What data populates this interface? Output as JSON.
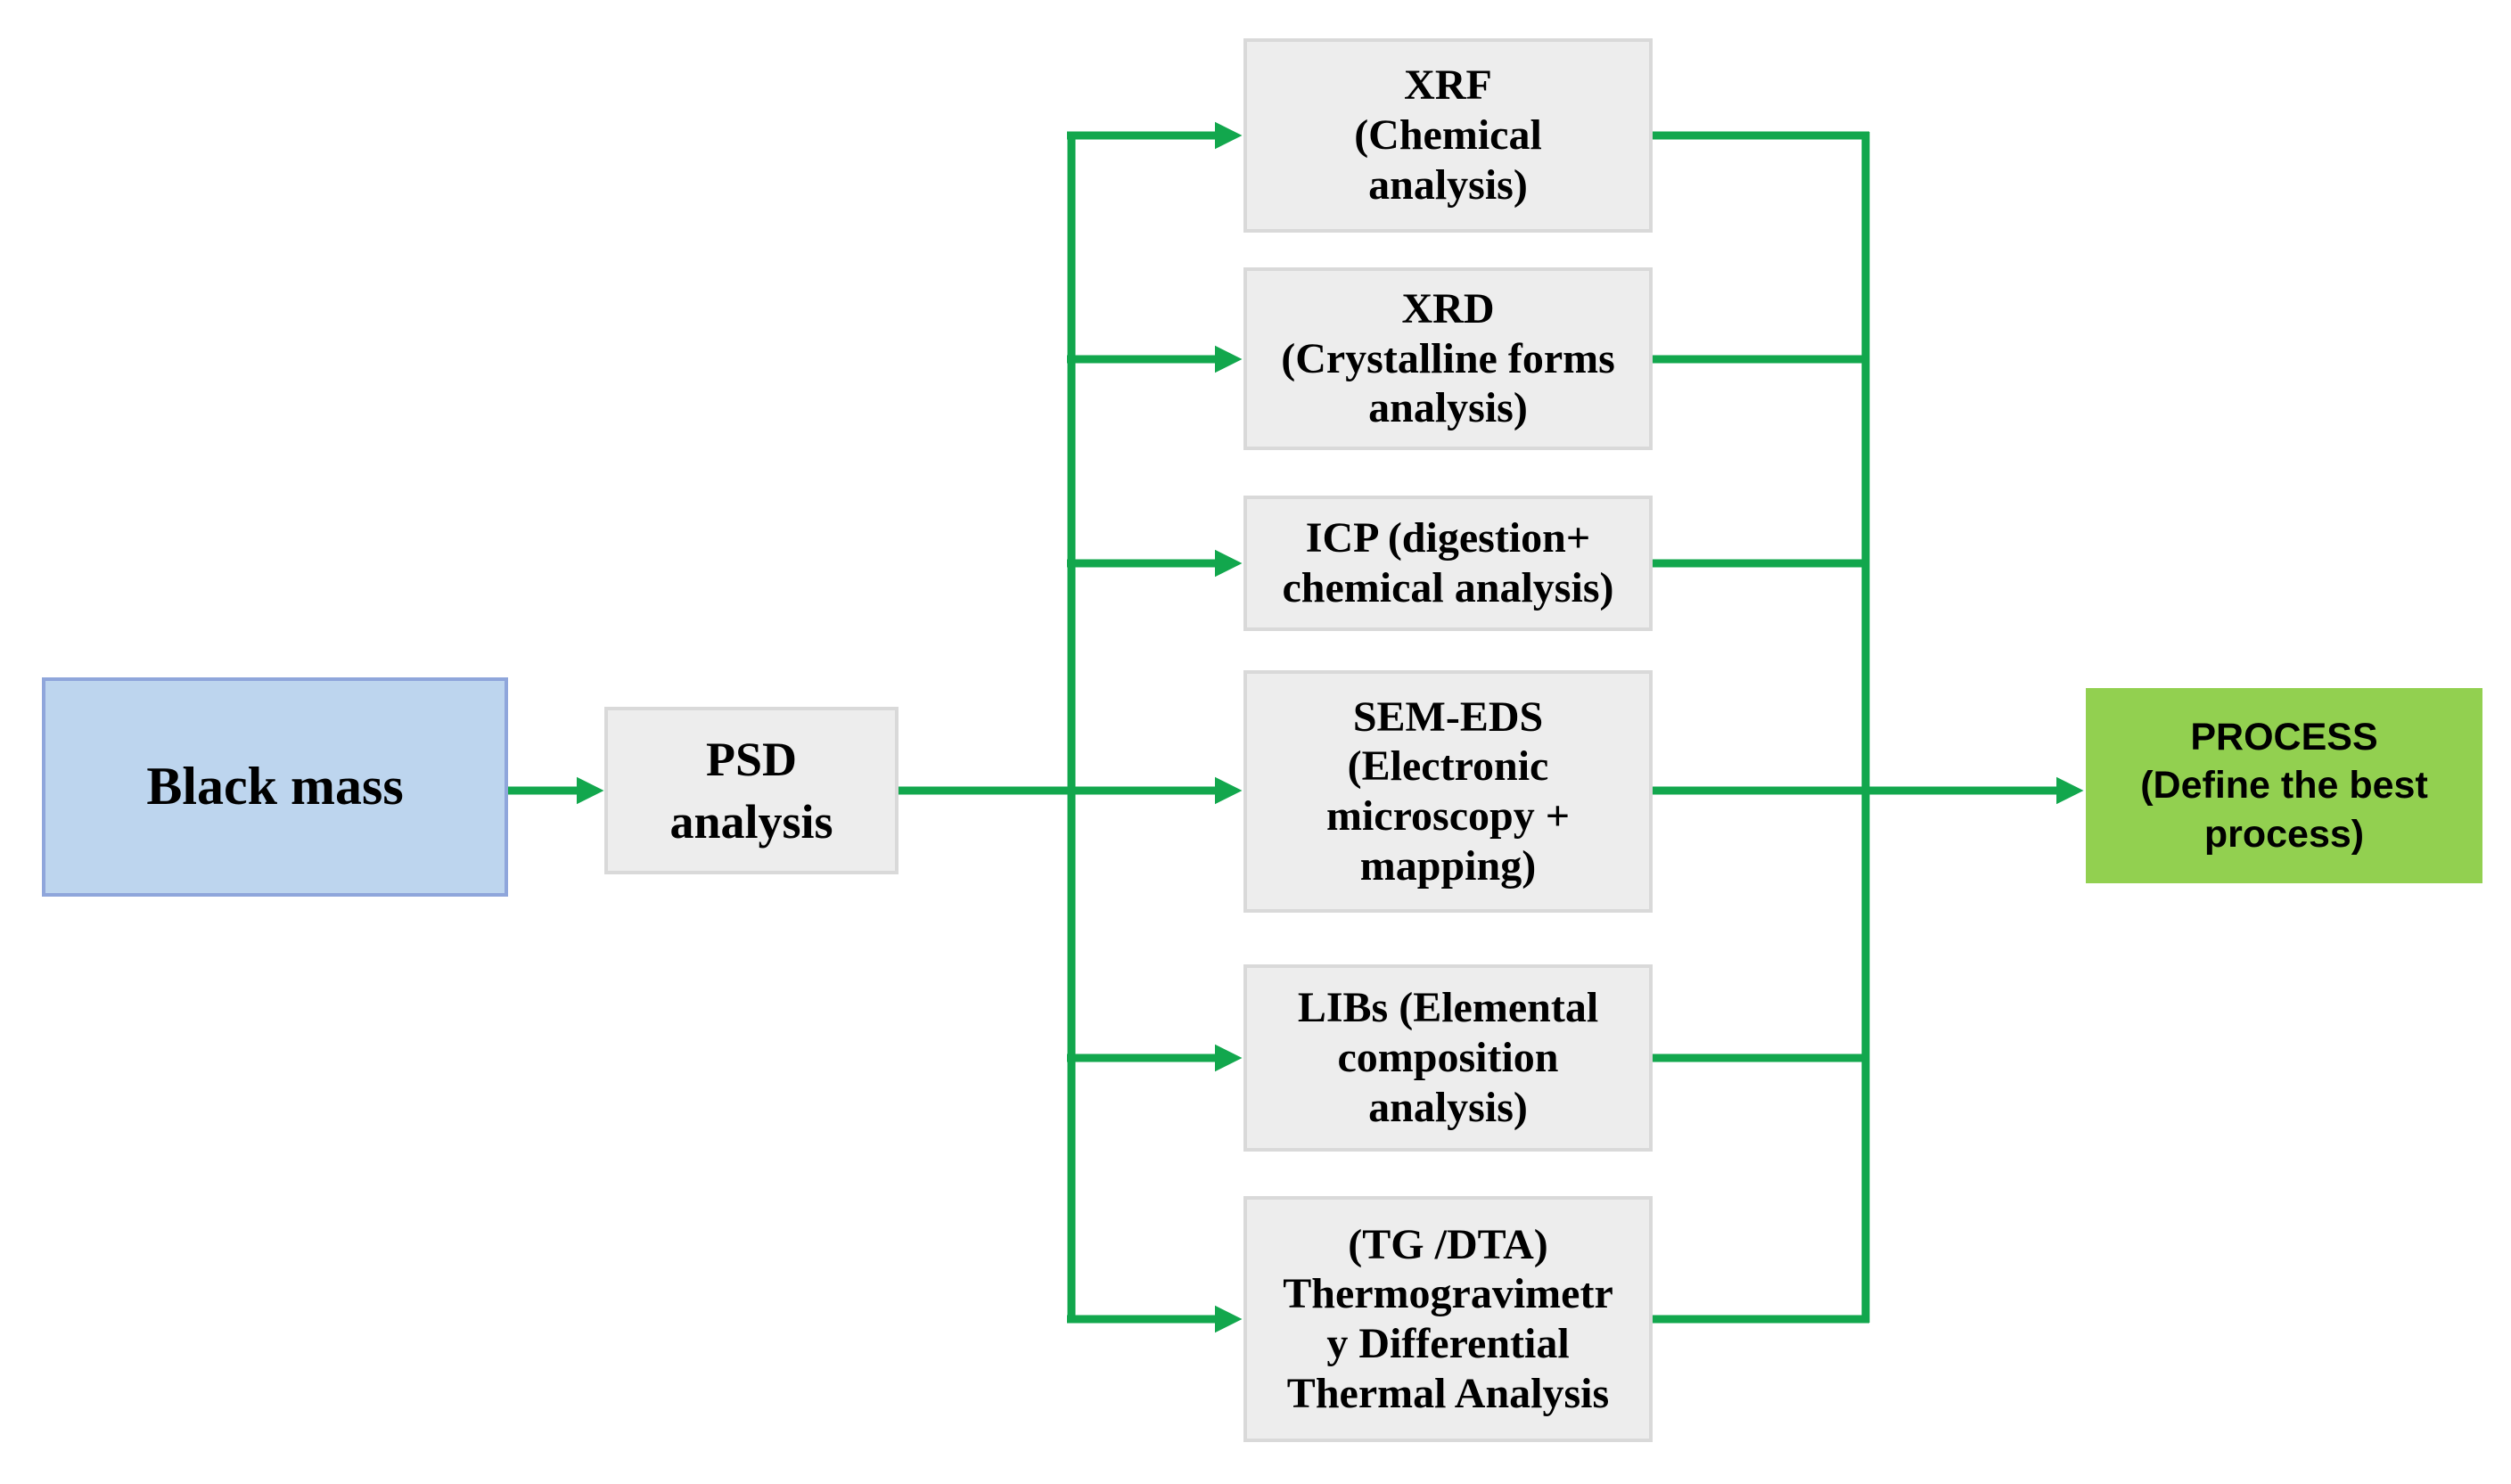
{
  "colors": {
    "connector_green": "#12A74D",
    "analysis_box_fill": "#EDEDED",
    "analysis_box_border": "#D9D9D9",
    "black_mass_fill": "#BDD5EE",
    "black_mass_border": "#8FA6DB",
    "process_fill": "#92D050",
    "text_color": "#000000",
    "background": "#FFFFFF"
  },
  "nodes": {
    "black_mass": {
      "label": "Black mass"
    },
    "psd": {
      "label": "PSD\nanalysis"
    },
    "xrf": {
      "label": "XRF\n(Chemical\nanalysis)"
    },
    "xrd": {
      "label": "XRD\n(Crystalline forms\nanalysis)"
    },
    "icp": {
      "label": "ICP (digestion+\nchemical analysis)"
    },
    "sem_eds": {
      "label": "SEM-EDS\n(Electronic\nmicroscopy +\nmapping)"
    },
    "libs": {
      "label": "LIBs (Elemental\ncomposition\nanalysis)"
    },
    "tg_dta": {
      "label": "(TG /DTA)\nThermogravimetr\ny Differential\nThermal Analysis"
    },
    "process": {
      "label": "PROCESS\n(Define the best\nprocess)"
    }
  }
}
